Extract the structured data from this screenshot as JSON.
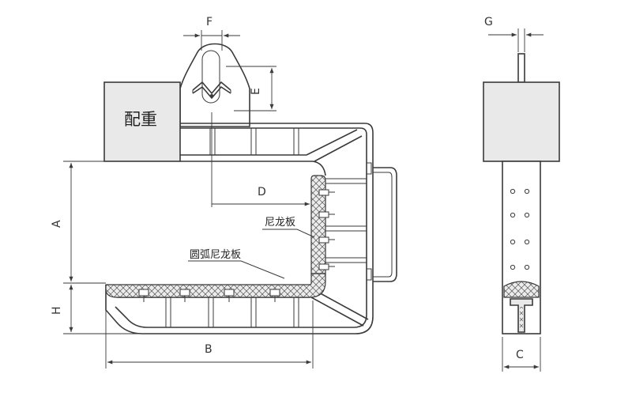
{
  "labels": {
    "counterweight": "配重",
    "nylon_plate": "尼龙板",
    "arc_nylon_plate": "圆弧尼龙板"
  },
  "dimensions": {
    "A": "A",
    "B": "B",
    "C": "C",
    "D": "D",
    "E": "E",
    "F": "F",
    "G": "G",
    "H": "H"
  }
}
